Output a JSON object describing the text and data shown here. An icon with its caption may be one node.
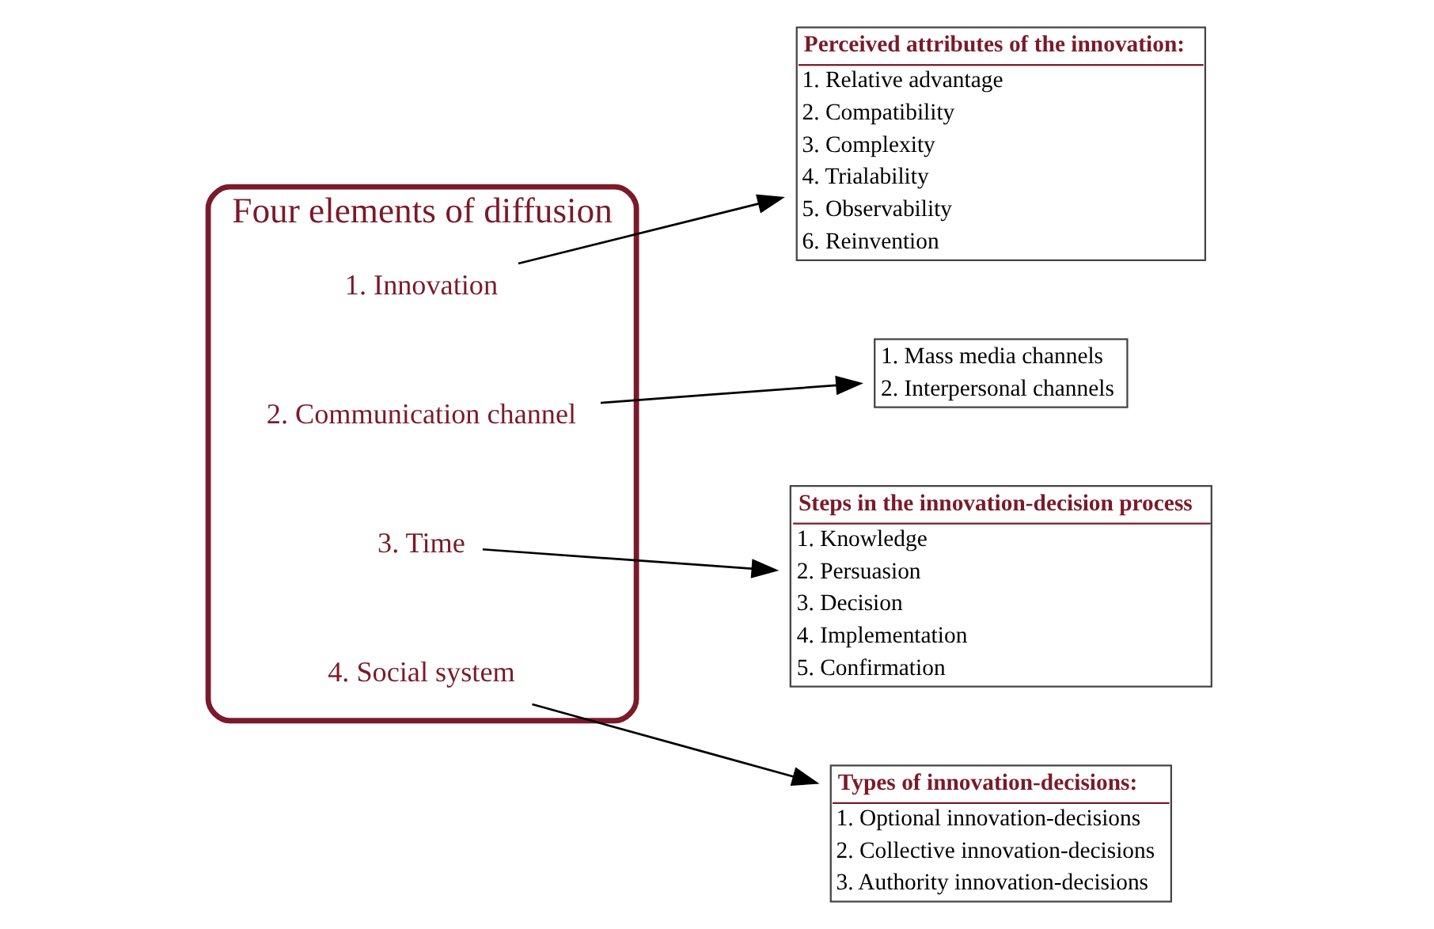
{
  "diagram": {
    "nodes": [
      {
        "text": [
          "Four elements of diffusion"
        ]
      },
      {
        "text": [
          "1. Innovation"
        ],
        "in": 0
      },
      {
        "text": [
          "2. Communication channel"
        ],
        "in": 0
      },
      {
        "text": [
          "3. Time"
        ],
        "in": 0
      },
      {
        "text": [
          "4. Social system"
        ],
        "in": 0
      },
      {
        "text": [
          "Perceived attributes of the innovation:",
          "1. Relative advantage",
          "2. Compatibility",
          "3. Complexity",
          "4. Trialability",
          "5. Observability",
          "6. Reinvention"
        ]
      },
      {
        "text": [
          "1. Mass media channels",
          "2. Interpersonal channels"
        ]
      },
      {
        "text": [
          "Steps in the innovation-decision process",
          "1. Knowledge",
          "2. Persuasion",
          "3. Decision",
          "4. Implementation",
          "5. Confirmation"
        ]
      },
      {
        "text": [
          "Types of innovation-decisions:",
          "1. Optional innovation-decisions",
          "2. Collective innovation-decisions",
          "3. Authority innovation-decisions"
        ]
      }
    ],
    "edges": [
      {
        "from": 1,
        "to": 5,
        "arrow": "to"
      },
      {
        "from": 2,
        "to": 6,
        "arrow": "to"
      },
      {
        "from": 3,
        "to": 7,
        "arrow": "to"
      },
      {
        "from": 4,
        "to": 8,
        "arrow": "to"
      }
    ]
  }
}
